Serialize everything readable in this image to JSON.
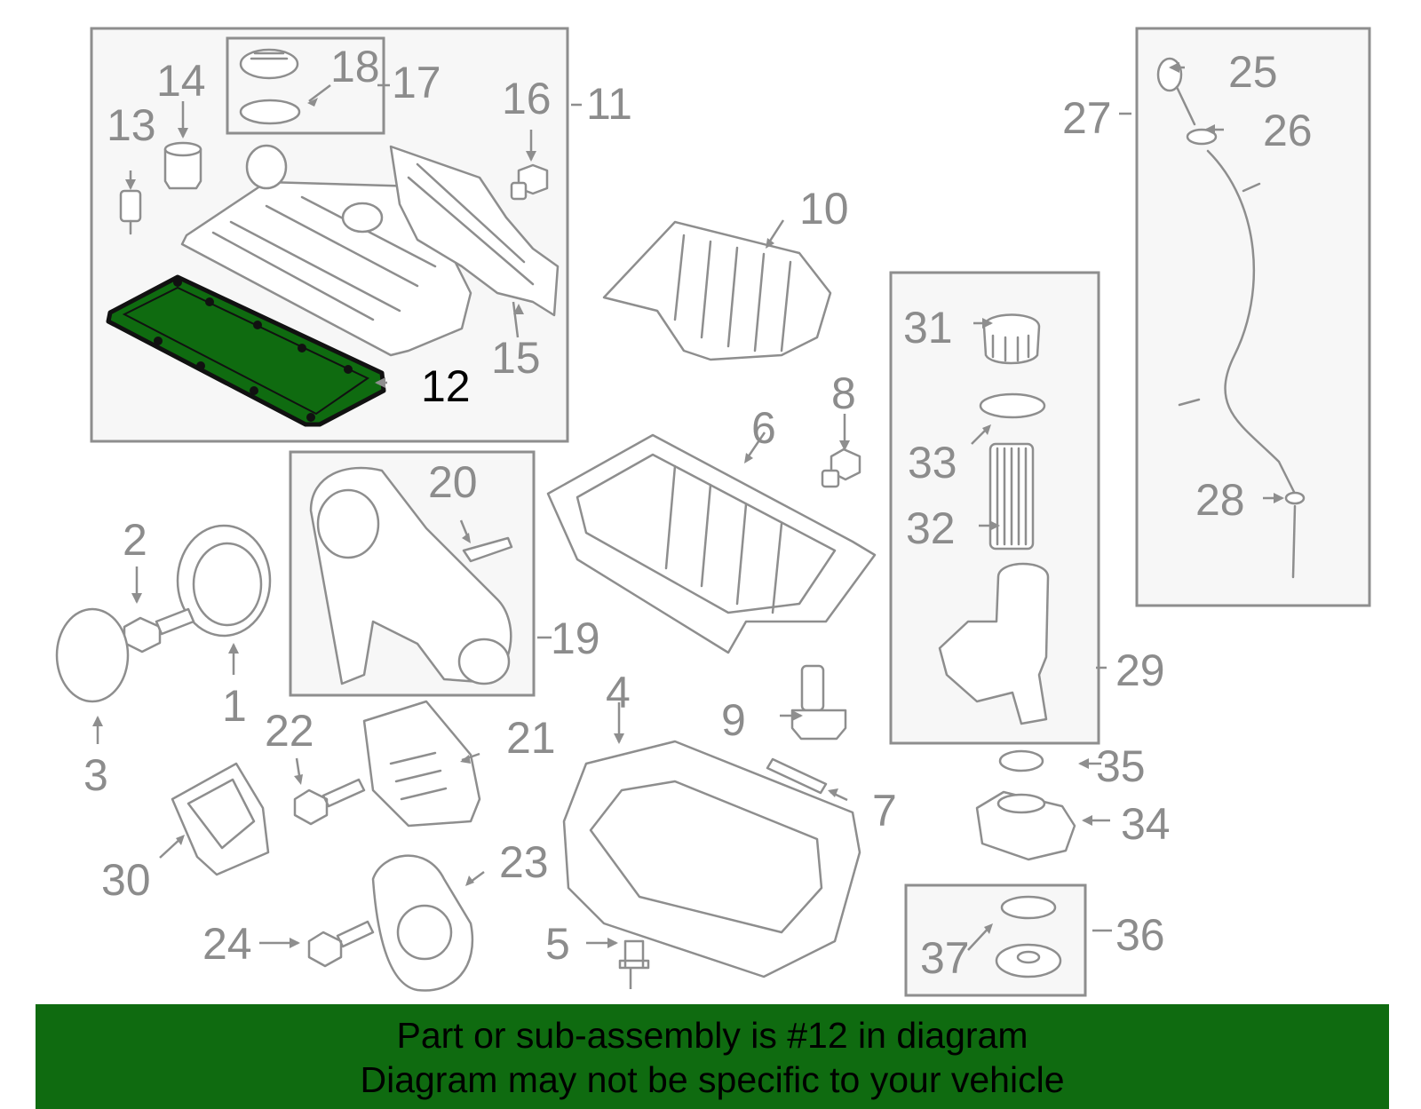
{
  "diagram": {
    "highlighted_part": "12",
    "highlight_color": "#0f6b10",
    "line_color": "#8e8e8e",
    "callouts": [
      "1",
      "2",
      "3",
      "4",
      "5",
      "6",
      "7",
      "8",
      "9",
      "10",
      "11",
      "12",
      "13",
      "14",
      "15",
      "16",
      "17",
      "18",
      "19",
      "20",
      "21",
      "22",
      "23",
      "24",
      "25",
      "26",
      "27",
      "28",
      "29",
      "30",
      "31",
      "32",
      "33",
      "34",
      "35",
      "36",
      "37"
    ]
  },
  "banner": {
    "line1": "Part or sub-assembly is #12 in diagram",
    "line2": "Diagram may not be specific to your vehicle",
    "background": "#0f6b10"
  }
}
